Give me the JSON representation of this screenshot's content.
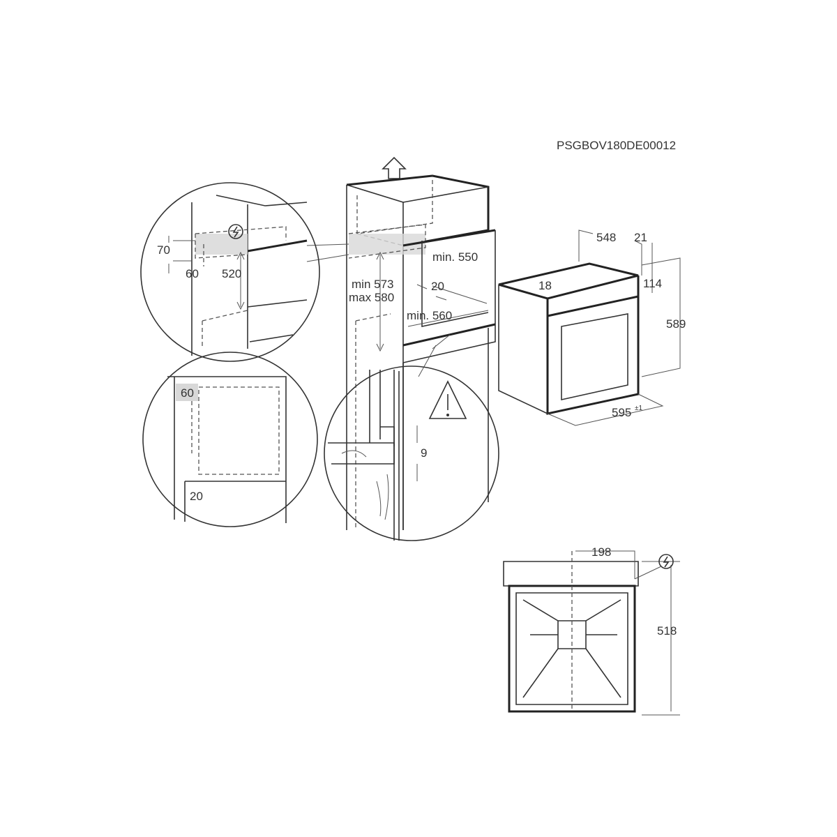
{
  "title": "PSGBOV180DE00012",
  "detail_top": {
    "d1": "70",
    "d2": "60",
    "d3": "520"
  },
  "detail_side": {
    "d1": "60",
    "d2": "20"
  },
  "detail_floor": {
    "d1": "9"
  },
  "cabinet": {
    "d1": "min 573",
    "d2": "max 580",
    "d3": "min. 550",
    "d4": "20",
    "d5": "min. 560"
  },
  "oven": {
    "depth": "548",
    "d21": "21",
    "d18": "18",
    "d114": "114",
    "height": "589",
    "width": "595",
    "width_tol": "±1"
  },
  "top_view": {
    "d198": "198",
    "d518": "518"
  },
  "icons": [
    "arrow-up-icon",
    "electric-icon",
    "warning-icon"
  ],
  "colors": {
    "line": "#333333",
    "highlight": "#d8d8d8"
  }
}
